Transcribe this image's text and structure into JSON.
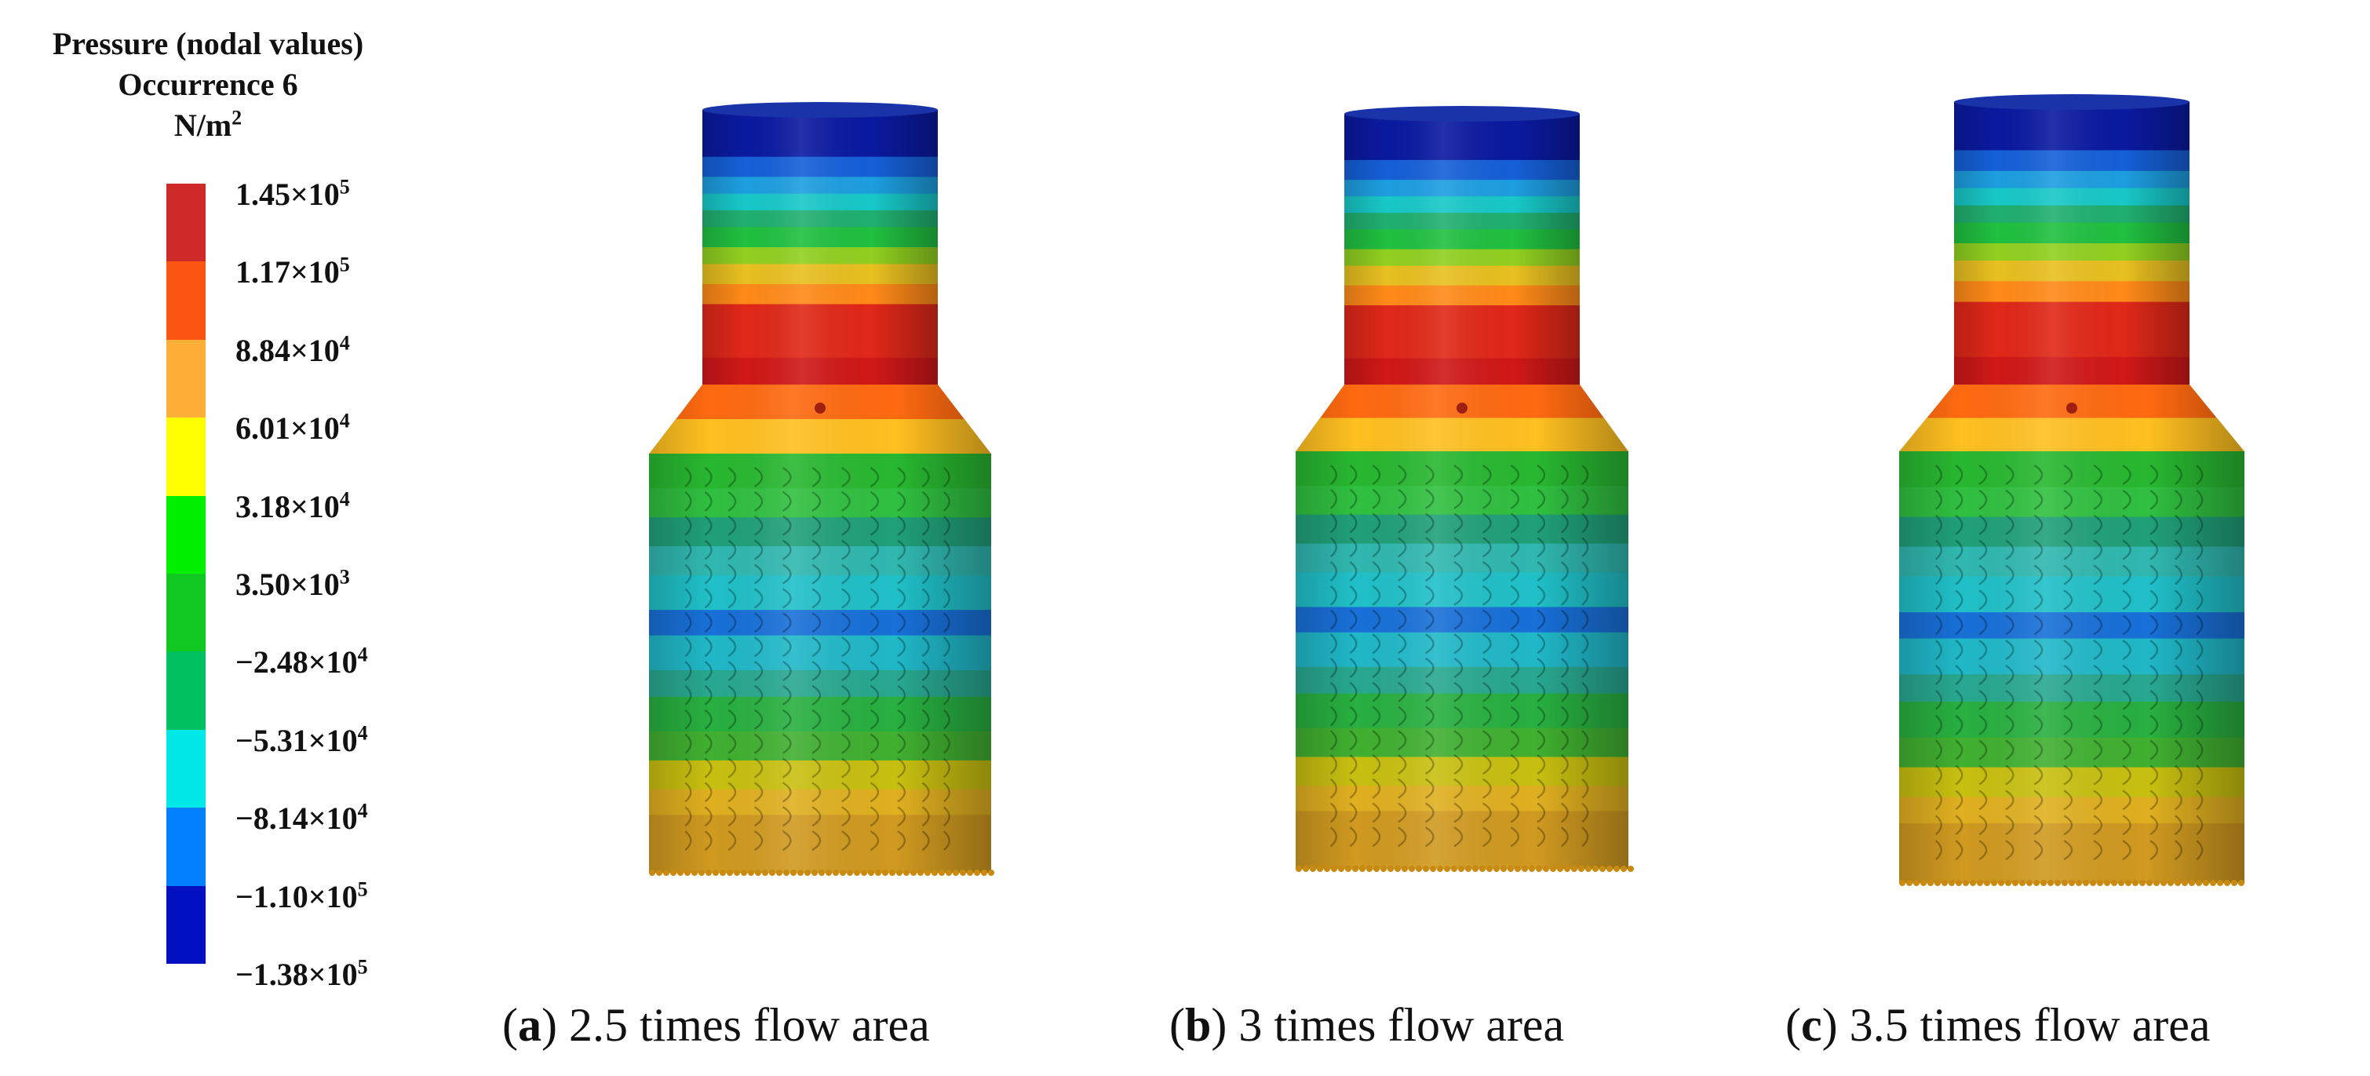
{
  "legend": {
    "title_line1": "Pressure (nodal values)",
    "title_line2": "Occurrence 6",
    "unit_base": "N/m",
    "unit_exp": "2",
    "ticks": [
      {
        "mantissa": "1.45",
        "exp": "5"
      },
      {
        "mantissa": "1.17",
        "exp": "5"
      },
      {
        "mantissa": "8.84",
        "exp": "4"
      },
      {
        "mantissa": "6.01",
        "exp": "4"
      },
      {
        "mantissa": "3.18",
        "exp": "4"
      },
      {
        "mantissa": "3.50",
        "exp": "3"
      },
      {
        "mantissa": "−2.48",
        "exp": "4"
      },
      {
        "mantissa": "−5.31",
        "exp": "4"
      },
      {
        "mantissa": "−8.14",
        "exp": "4"
      },
      {
        "mantissa": "−1.10",
        "exp": "5"
      },
      {
        "mantissa": "−1.38",
        "exp": "5"
      }
    ],
    "colors": [
      "#cf2a2a",
      "#fb5514",
      "#ffae38",
      "#ffff00",
      "#00f000",
      "#10c820",
      "#00c060",
      "#00e8e8",
      "#0080ff",
      "#0010c0"
    ]
  },
  "panels": [
    {
      "letter": "a",
      "text": "2.5 times flow area"
    },
    {
      "letter": "b",
      "text": "3 times flow area"
    },
    {
      "letter": "c",
      "text": "3.5 times flow area"
    }
  ]
}
